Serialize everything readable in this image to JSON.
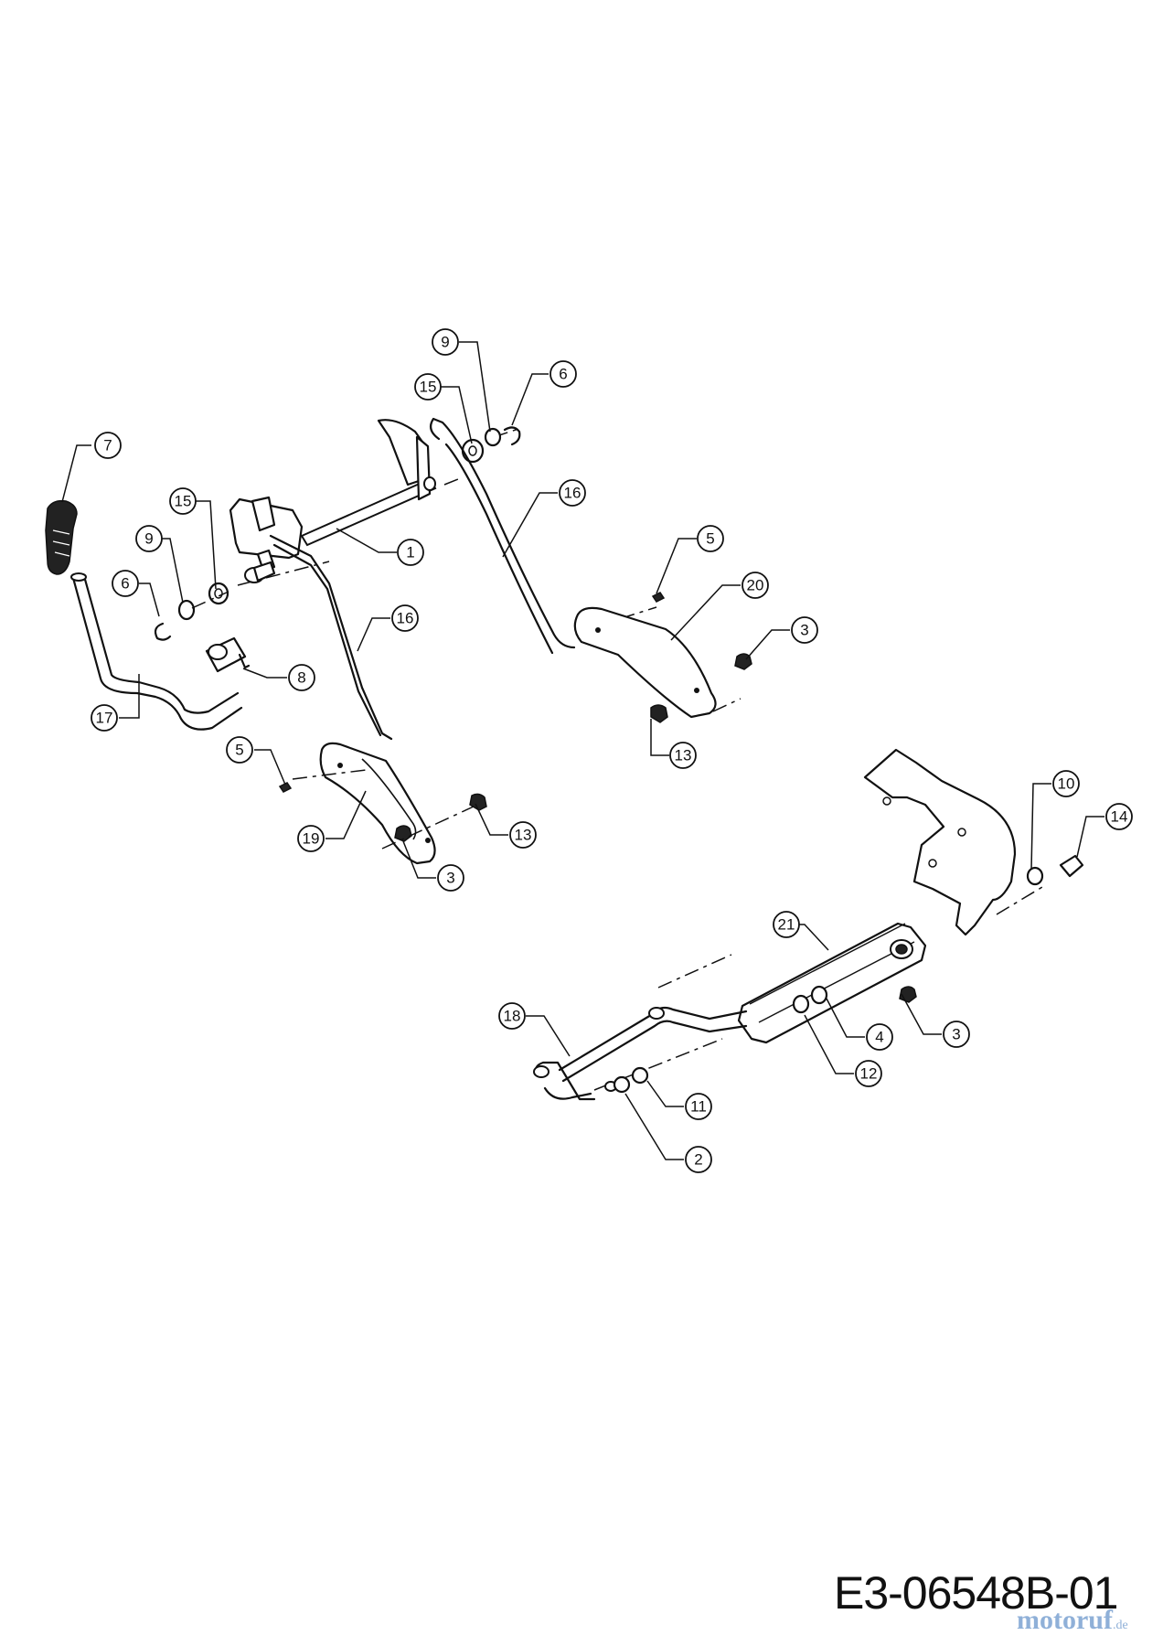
{
  "document_code": "E3-06548B-01",
  "watermark": {
    "name": "motoruf",
    "tld": ".de",
    "color": "#8fb0d8"
  },
  "callouts": [
    {
      "id": "c7",
      "label": "7"
    },
    {
      "id": "c15a",
      "label": "15"
    },
    {
      "id": "c9a",
      "label": "9"
    },
    {
      "id": "c6a",
      "label": "6"
    },
    {
      "id": "c8",
      "label": "8"
    },
    {
      "id": "c17",
      "label": "17"
    },
    {
      "id": "c1",
      "label": "1"
    },
    {
      "id": "c16a",
      "label": "16"
    },
    {
      "id": "c5a",
      "label": "5"
    },
    {
      "id": "c19",
      "label": "19"
    },
    {
      "id": "c13a",
      "label": "13"
    },
    {
      "id": "c3a",
      "label": "3"
    },
    {
      "id": "c9b",
      "label": "9"
    },
    {
      "id": "c15b",
      "label": "15"
    },
    {
      "id": "c6b",
      "label": "6"
    },
    {
      "id": "c16b",
      "label": "16"
    },
    {
      "id": "c5b",
      "label": "5"
    },
    {
      "id": "c20",
      "label": "20"
    },
    {
      "id": "c3b",
      "label": "3"
    },
    {
      "id": "c13b",
      "label": "13"
    },
    {
      "id": "c10",
      "label": "10"
    },
    {
      "id": "c14",
      "label": "14"
    },
    {
      "id": "c21",
      "label": "21"
    },
    {
      "id": "c3c",
      "label": "3"
    },
    {
      "id": "c18",
      "label": "18"
    },
    {
      "id": "c4",
      "label": "4"
    },
    {
      "id": "c12",
      "label": "12"
    },
    {
      "id": "c11",
      "label": "11"
    },
    {
      "id": "c2",
      "label": "2"
    }
  ]
}
